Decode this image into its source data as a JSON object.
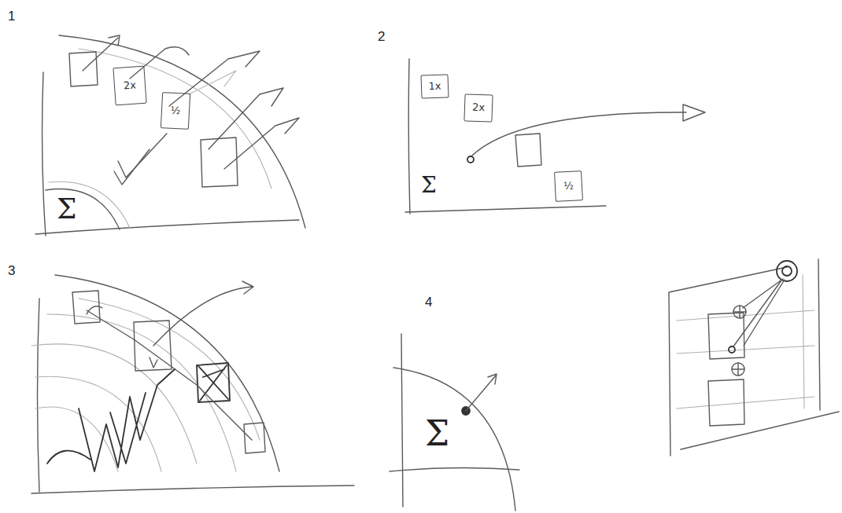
{
  "diagram": {
    "nodes": [
      {
        "text": [
          "2x"
        ]
      },
      {
        "text": [
          "½"
        ]
      },
      {
        "text": [
          "1x"
        ]
      },
      {
        "text": [
          "2x"
        ]
      },
      {
        "text": [
          "½"
        ]
      }
    ],
    "labels": [
      "1",
      "2",
      "3",
      "4",
      "Σ",
      "Σ",
      "Σ"
    ]
  }
}
